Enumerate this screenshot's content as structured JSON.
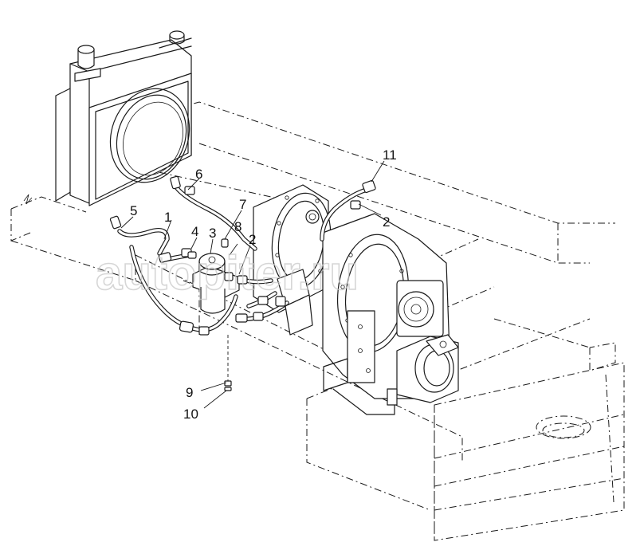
{
  "watermark": "autopiter.ru",
  "callouts": {
    "c1": "1",
    "c2a": "2",
    "c2b": "2",
    "c3": "3",
    "c4": "4",
    "c5": "5",
    "c6": "6",
    "c7": "7",
    "c8": "8",
    "c9": "9",
    "c10": "10",
    "c11": "11"
  }
}
